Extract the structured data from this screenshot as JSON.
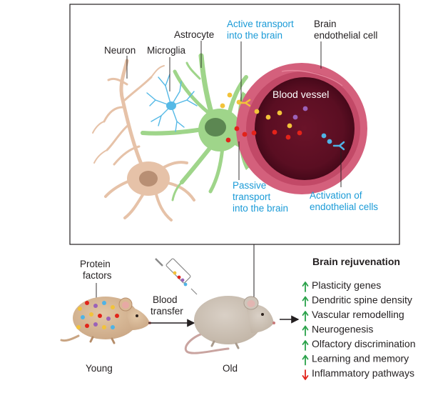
{
  "labels": {
    "neuron": "Neuron",
    "microglia": "Microglia",
    "astrocyte": "Astrocyte",
    "active_transport": [
      "Active transport",
      "into the brain"
    ],
    "endothelial": [
      "Brain",
      "endothelial cell"
    ],
    "blood_vessel": "Blood vessel",
    "passive_transport": [
      "Passive",
      "transport",
      "into the brain"
    ],
    "activation": [
      "Activation of",
      "endothelial cells"
    ],
    "protein_factors": [
      "Protein",
      "factors"
    ],
    "blood_transfer": [
      "Blood",
      "transfer"
    ],
    "young": "Young",
    "old": "Old"
  },
  "rejuvenation": {
    "title": "Brain rejuvenation",
    "items": [
      {
        "text": "Plasticity genes",
        "direction": "up"
      },
      {
        "text": "Dendritic spine density",
        "direction": "up"
      },
      {
        "text": "Vascular remodelling",
        "direction": "up"
      },
      {
        "text": "Neurogenesis",
        "direction": "up"
      },
      {
        "text": "Olfactory discrimination",
        "direction": "up"
      },
      {
        "text": "Learning and memory",
        "direction": "up"
      },
      {
        "text": "Inflammatory pathways",
        "direction": "down"
      }
    ]
  },
  "colors": {
    "up_arrow": "#2aa24a",
    "down_arrow": "#e2231a",
    "blue_label": "#1b9bd7",
    "astrocyte": "#9fd58a",
    "neuron": "#e6c2a8",
    "microglia": "#55b9e6",
    "vessel_wall": "#d4607c",
    "vessel_lumen": "#5a0e22"
  }
}
